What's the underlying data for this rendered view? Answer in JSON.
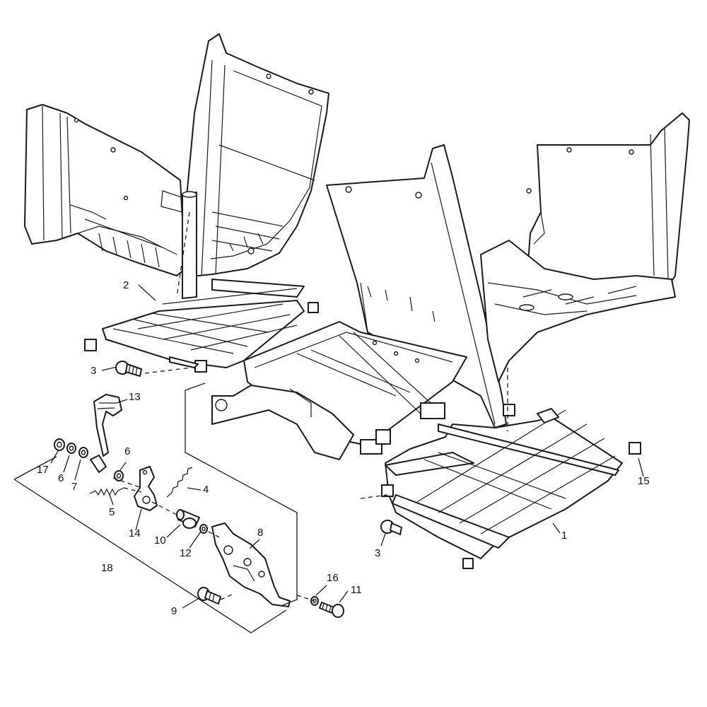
{
  "colors": {
    "line": "#1a1a1a",
    "background": "#ffffff"
  },
  "callouts": [
    {
      "id": "c1",
      "label": "1"
    },
    {
      "id": "c2",
      "label": "2"
    },
    {
      "id": "c3a",
      "label": "3"
    },
    {
      "id": "c3b",
      "label": "3"
    },
    {
      "id": "c4",
      "label": "4"
    },
    {
      "id": "c5",
      "label": "5"
    },
    {
      "id": "c6a",
      "label": "6"
    },
    {
      "id": "c6b",
      "label": "6"
    },
    {
      "id": "c7",
      "label": "7"
    },
    {
      "id": "c8",
      "label": "8"
    },
    {
      "id": "c9",
      "label": "9"
    },
    {
      "id": "c10",
      "label": "10"
    },
    {
      "id": "c11",
      "label": "11"
    },
    {
      "id": "c12",
      "label": "12"
    },
    {
      "id": "c13",
      "label": "13"
    },
    {
      "id": "c14",
      "label": "14"
    },
    {
      "id": "c15",
      "label": "15"
    },
    {
      "id": "c16",
      "label": "16"
    },
    {
      "id": "c17",
      "label": "17"
    },
    {
      "id": "c18",
      "label": "18"
    }
  ]
}
